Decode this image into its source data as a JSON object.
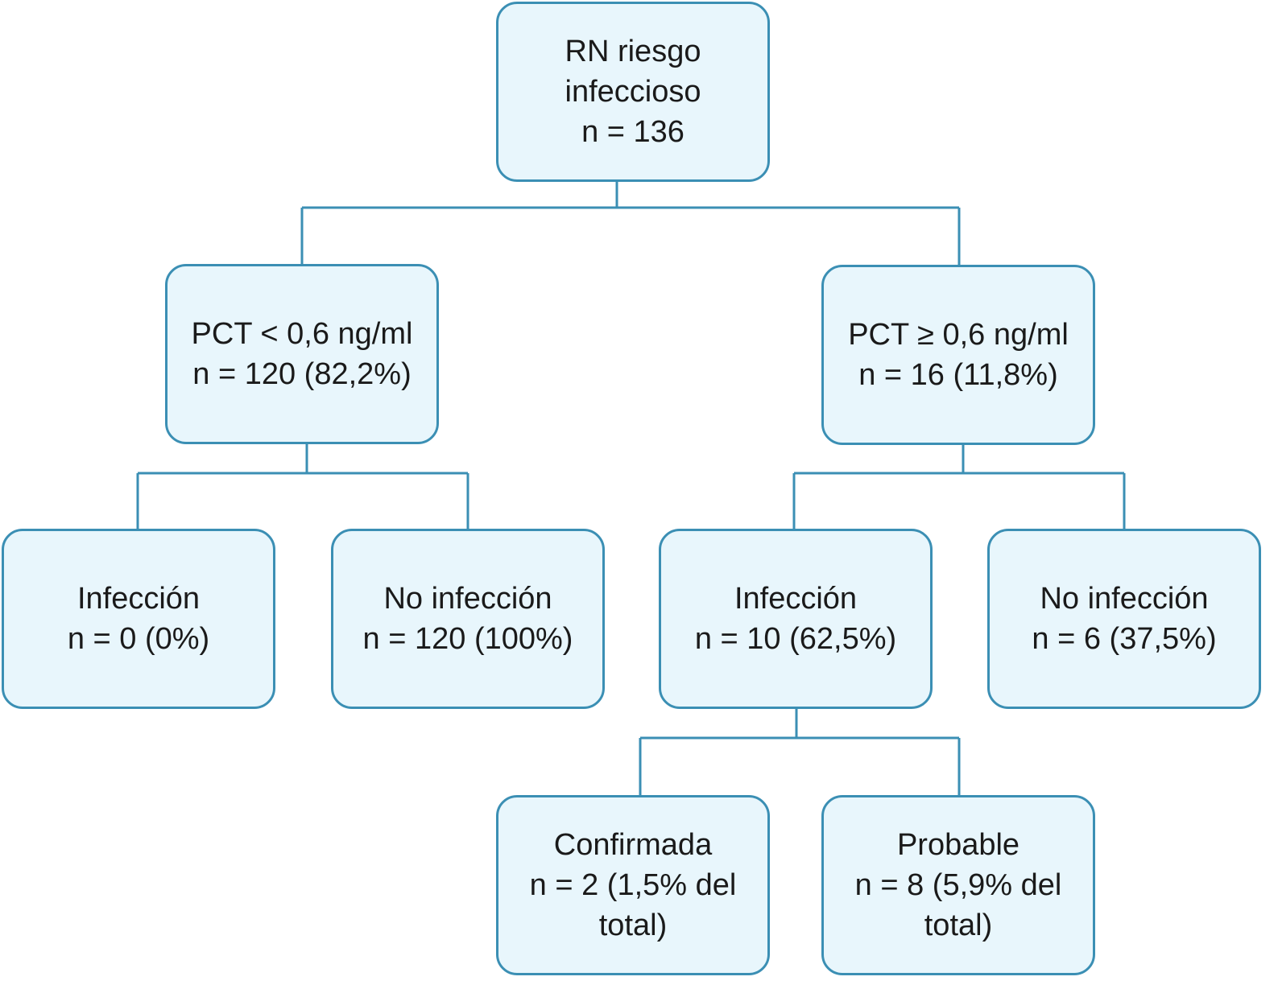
{
  "colors": {
    "box_fill": "#e8f6fc",
    "box_border": "#3b8fb4",
    "connector": "#3b8fb4",
    "text": "#1a1a1a"
  },
  "nodes": {
    "root": [
      "RN riesgo",
      "infeccioso",
      "n = 136"
    ],
    "pct_low": [
      "PCT < 0,6 ng/ml",
      "n = 120 (82,2%)"
    ],
    "pct_high": [
      "PCT ≥ 0,6 ng/ml",
      "n = 16 (11,8%)"
    ],
    "low_infection": [
      "Infección",
      "n = 0 (0%)"
    ],
    "low_no_infection": [
      "No infección",
      "n = 120 (100%)"
    ],
    "high_infection": [
      "Infección",
      "n = 10 (62,5%)"
    ],
    "high_no_infection": [
      "No infección",
      "n = 6 (37,5%)"
    ],
    "confirmed": [
      "Confirmada",
      "n = 2 (1,5% del",
      "total)"
    ],
    "probable": [
      "Probable",
      "n = 8 (5,9% del",
      "total)"
    ]
  }
}
